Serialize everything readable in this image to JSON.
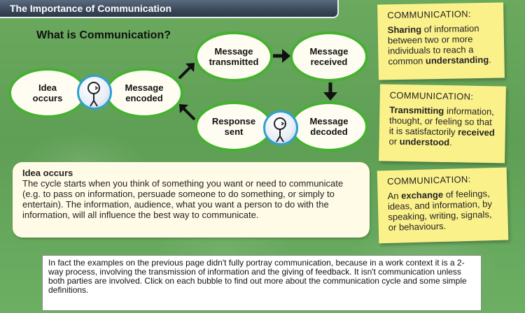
{
  "title": "The Importance of Communication",
  "heading": "What is Communication?",
  "bubbles": {
    "idea": [
      "Idea",
      "occurs"
    ],
    "encoded": [
      "Message",
      "encoded"
    ],
    "transmitted": [
      "Message",
      "transmitted"
    ],
    "received": [
      "Message",
      "received"
    ],
    "decoded": [
      "Message",
      "decoded"
    ],
    "response": [
      "Response",
      "sent"
    ]
  },
  "info": {
    "title": "Idea occurs",
    "body": "The cycle starts when you think of something you want or need to communicate (e.g. to pass on information, persuade someone to do something, or simply to entertain). The information, audience, what you want a person to do with the information, will all influence the best way to communicate."
  },
  "notes": [
    {
      "title": "COMMUNICATION:",
      "parts": [
        [
          "Sharing",
          true
        ],
        [
          " of information between two or more individuals to reach a common ",
          false
        ],
        [
          "understanding",
          true
        ],
        [
          ".",
          false
        ]
      ]
    },
    {
      "title": "COMMUNICATION:",
      "parts": [
        [
          "Transmitting",
          true
        ],
        [
          " information, thought, or feeling so that it is satisfactorily ",
          false
        ],
        [
          "received",
          true
        ],
        [
          " or ",
          false
        ],
        [
          "understood",
          true
        ],
        [
          ".",
          false
        ]
      ]
    },
    {
      "title": "COMMUNICATION:",
      "parts": [
        [
          "An ",
          false
        ],
        [
          "exchange",
          true
        ],
        [
          " of feelings, ideas, and information, by speaking, writing, signals, or behaviours.",
          false
        ]
      ]
    }
  ],
  "bottom_text": "In fact the examples on the previous page didn't fully portray communication, because in a work context it is a 2-way process, involving the transmission of information and the giving of feedback. It isn't communication unless both parties are involved. Click on each bubble to find out more about the communication cycle and some simple definitions.",
  "colors": {
    "bubble_border": "#46b131",
    "note": "#fbf18b",
    "person_ring": "#2f9fd3"
  },
  "icons": [
    "person-thinking-icon",
    "arrow-icon"
  ]
}
